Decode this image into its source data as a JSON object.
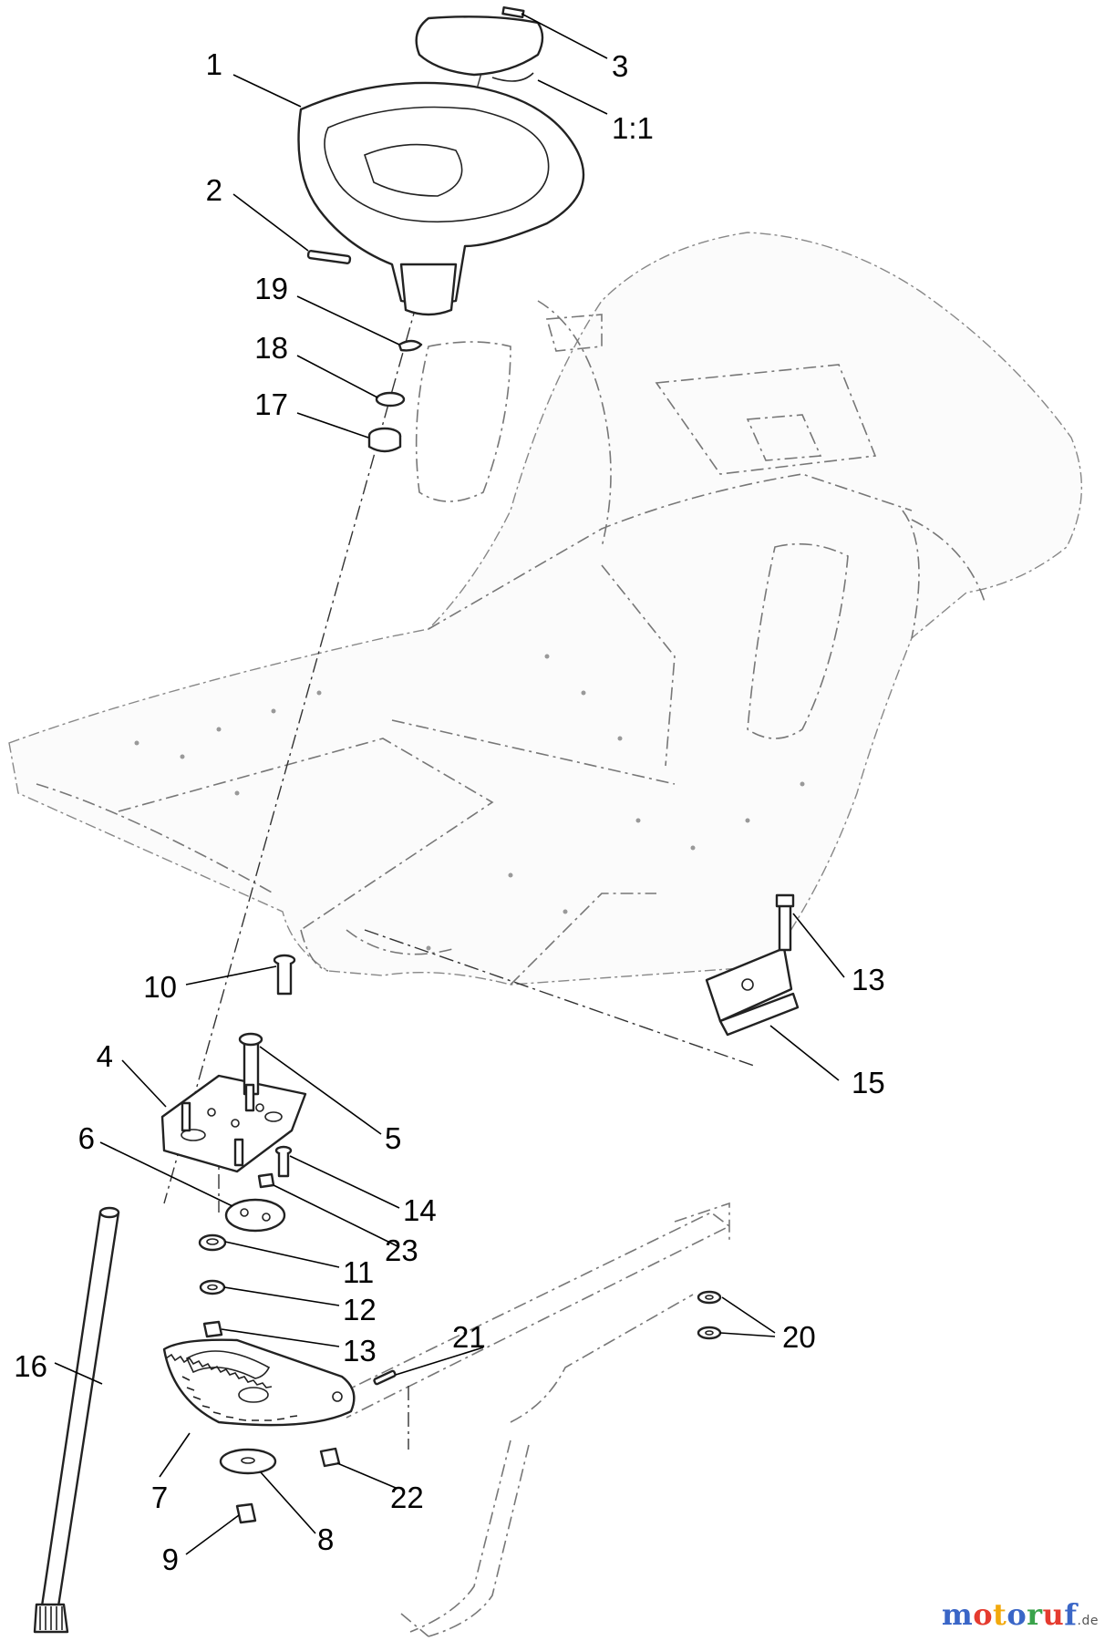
{
  "callouts": [
    {
      "id": "c1",
      "text": "1"
    },
    {
      "id": "c3",
      "text": "3"
    },
    {
      "id": "c1_1",
      "text": "1:1"
    },
    {
      "id": "c2",
      "text": "2"
    },
    {
      "id": "c19",
      "text": "19"
    },
    {
      "id": "c18",
      "text": "18"
    },
    {
      "id": "c17",
      "text": "17"
    },
    {
      "id": "c10",
      "text": "10"
    },
    {
      "id": "c13a",
      "text": "13"
    },
    {
      "id": "c15",
      "text": "15"
    },
    {
      "id": "c4",
      "text": "4"
    },
    {
      "id": "c5",
      "text": "5"
    },
    {
      "id": "c6",
      "text": "6"
    },
    {
      "id": "c14",
      "text": "14"
    },
    {
      "id": "c23",
      "text": "23"
    },
    {
      "id": "c11",
      "text": "11"
    },
    {
      "id": "c12",
      "text": "12"
    },
    {
      "id": "c13b",
      "text": "13"
    },
    {
      "id": "c20",
      "text": "20"
    },
    {
      "id": "c21",
      "text": "21"
    },
    {
      "id": "c16",
      "text": "16"
    },
    {
      "id": "c7",
      "text": "7"
    },
    {
      "id": "c22",
      "text": "22"
    },
    {
      "id": "c8",
      "text": "8"
    },
    {
      "id": "c9",
      "text": "9"
    }
  ],
  "watermark": {
    "brand": [
      "m",
      "o",
      "t",
      "o",
      "r",
      "u",
      "f"
    ],
    "suffix": ".de",
    "colors": [
      "#3a66c7",
      "#e53b2f",
      "#f2a90d",
      "#3a66c7",
      "#3aa34b",
      "#e53b2f",
      "#3a66c7"
    ]
  }
}
